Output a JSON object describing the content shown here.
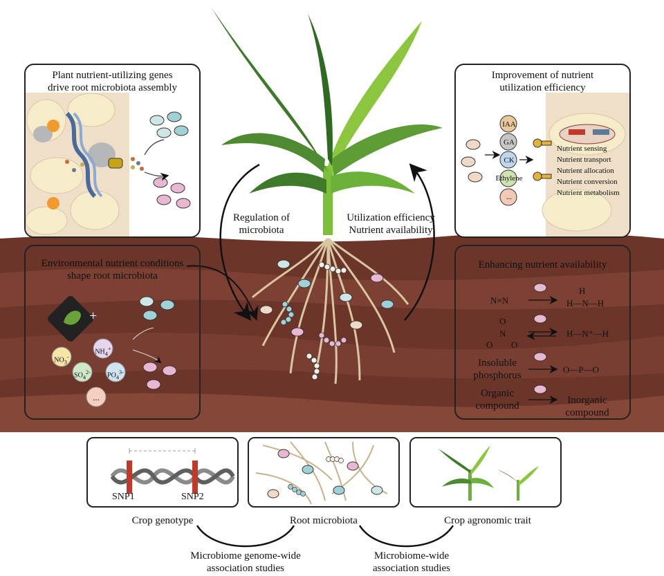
{
  "panels": {
    "top_left": {
      "title_line1": "Plant nutrient-utilizing genes",
      "title_line2": "drive root microbiota assembly"
    },
    "top_right": {
      "title_line1": "Improvement of nutrient",
      "title_line2": "utilization efficiency",
      "hormones": [
        "IAA",
        "GA",
        "CK",
        "Ethylene",
        "..."
      ],
      "processes": [
        "Nutrient sensing",
        "Nutrient transport",
        "Nutrient allocation",
        "Nutrient conversion",
        "Nutrient metabolism"
      ]
    },
    "mid_left": {
      "title_line1": "Environmental nutrient conditions",
      "title_line2": "shape root microbiota",
      "ions": {
        "no3": "NO",
        "no3_sub": "3",
        "no3_sup": "-",
        "nh4": "NH",
        "nh4_sub": "4",
        "nh4_sup": "+",
        "so4": "SO",
        "so4_sub": "4",
        "so4_sup": "2-",
        "po4": "PO",
        "po4_sub": "4",
        "po4_sup": "3-",
        "more": "..."
      },
      "plus": "+"
    },
    "mid_right": {
      "title": "Enhancing nutrient availability",
      "n2": "N≡N",
      "nh3_h1": "H",
      "nh3_row": "H—N—H",
      "no3_top": "O",
      "no3_minus": "–",
      "no3_n": "N",
      "no3_plus": "+",
      "no3_left": "O",
      "no3_right": "O",
      "nh4_row": "H—N⁺—H",
      "po4_row": "O—P—O",
      "insoluble_line1": "Insoluble",
      "insoluble_line2": "phosphorus",
      "organic_line1": "Organic",
      "organic_line2": "compound",
      "inorganic_line1": "Inorganic",
      "inorganic_line2": "compound"
    },
    "bottom": {
      "snp1": "SNP1",
      "snp2": "SNP2",
      "label_genotype": "Crop genotype",
      "label_microbiota": "Root microbiota",
      "label_trait": "Crop agronomic trait",
      "mgwas_line1": "Microbiome genome-wide",
      "mgwas_line2": "association studies",
      "mwas_line1": "Microbiome-wide",
      "mwas_line2": "association studies"
    }
  },
  "center": {
    "regulation_line1": "Regulation of",
    "regulation_line2": "microbiota",
    "utilization_line1": "Utilization efficiency",
    "utilization_line2": "Nutrient availability"
  },
  "colors": {
    "soil_dark": "#6b352a",
    "soil_mid": "#8a4a3a",
    "soil_light": "#a35d4a",
    "leaf_dark": "#3f7a2a",
    "leaf_light": "#8cc63f",
    "root": "#d9c7a4"
  }
}
